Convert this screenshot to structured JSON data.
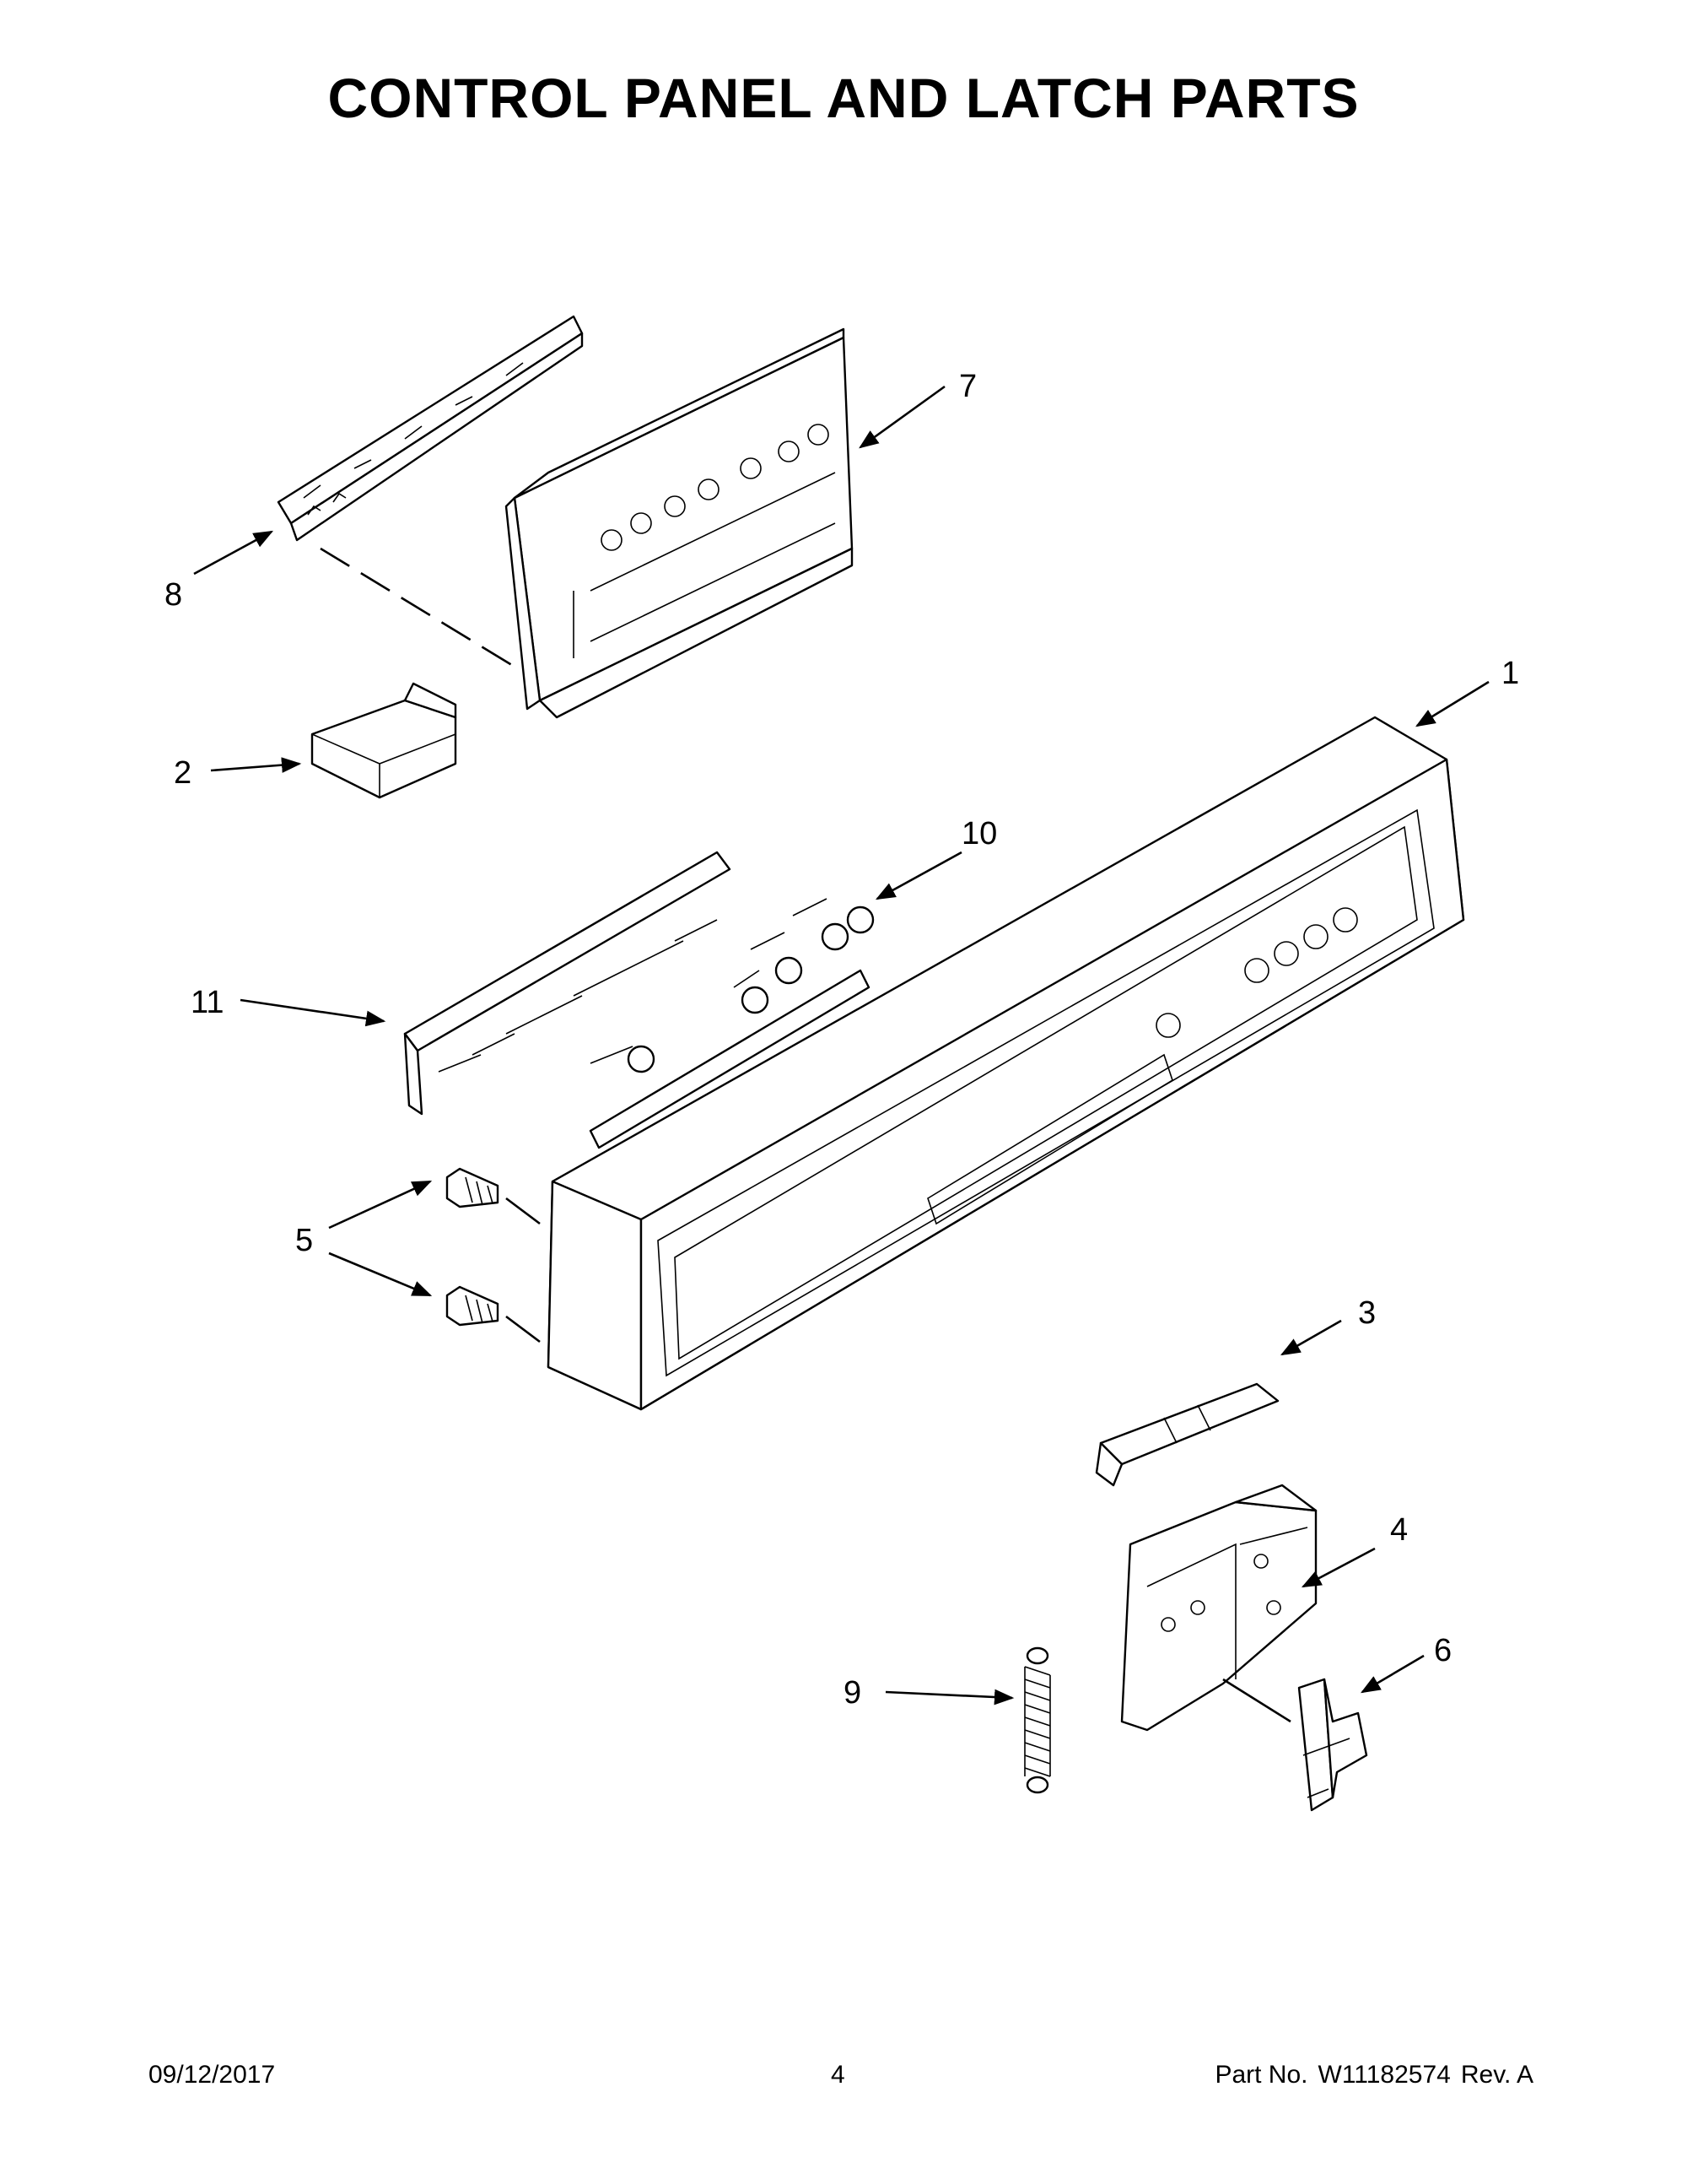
{
  "page": {
    "title": "CONTROL PANEL AND LATCH PARTS"
  },
  "callouts": {
    "c1": "1",
    "c2": "2",
    "c3": "3",
    "c4": "4",
    "c5": "5",
    "c6": "6",
    "c7": "7",
    "c8": "8",
    "c9": "9",
    "c10": "10",
    "c11": "11"
  },
  "footer": {
    "date": "09/12/2017",
    "page_number": "4",
    "part_label": "Part No.",
    "part_number": "W11182574",
    "revision": "Rev. A"
  }
}
